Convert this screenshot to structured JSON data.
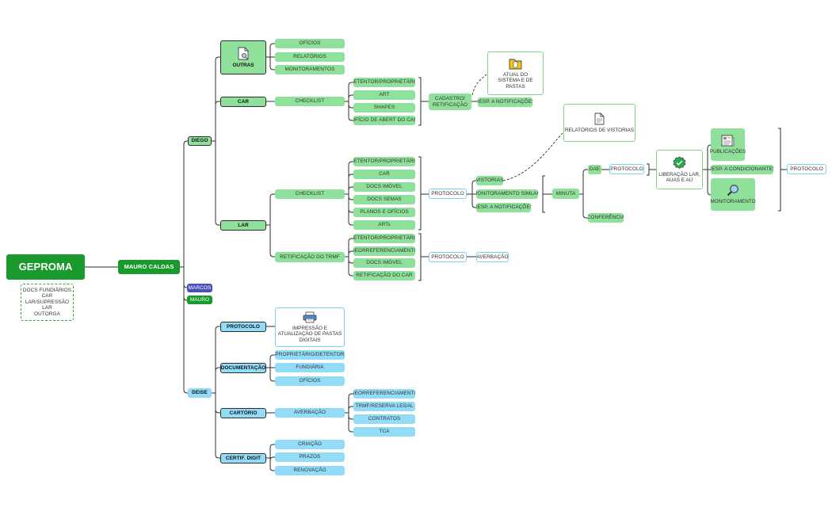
{
  "root": {
    "label": "GEPROMA",
    "note": [
      "DOCS FUNDIÁRIOS",
      "CAR",
      "LAR/SUPRESSÃO",
      "LAR",
      "OUTORGA"
    ]
  },
  "people": {
    "mauro_caldas": "MAURO CALDAS",
    "diego": "DIEGO",
    "marcos": "MARCOS",
    "mauro": "MAURO",
    "deise": "DEISE"
  },
  "outras": {
    "label": "OUTRAS",
    "icon": "document-search-icon",
    "items": [
      "OFÍCIOS",
      "RELATÓRIOS",
      "MONITORAMENTOS"
    ]
  },
  "car": {
    "label": "CAR",
    "checklist": "CHECKLIST",
    "items": [
      "DETENTOR/PROPRIETÁRIO",
      "ART",
      "SHAPES",
      "OFÍCIO DE ABERT DO CAR"
    ],
    "cadastro": "CADASTRO/ RETIFICAÇÃO",
    "resp": "RESP. A NOTIFICAÇÕES",
    "atual": "ATUAL DO SISTEMA E DE PASTAS",
    "atual_icon": "folder-icon"
  },
  "lar": {
    "label": "LAR",
    "checklist": "CHECKLIST",
    "checklist_items": [
      "DETENTOR/PROPRIETÁRIO",
      "CAR",
      "DOCS IMÓVEL",
      "DOCS SEMAS",
      "PLANOS E OFÍCIOS",
      "ARTs"
    ],
    "protocolo": "PROTOCOLO",
    "vistorias": "VISTORIAS",
    "monitoramento_simlam": "MONITORAMENTO SIMLAM",
    "resp": "RESP. A NOTIFICAÇÕES",
    "relatorios": "RELATÓRIOS DE VISTORIAS",
    "relatorios_icon": "document-icon",
    "minuta": "MINUTA",
    "dae": "DAE",
    "dae_protocolo": "PROTOCOLO",
    "conferencia": "CONFERÊNCIA",
    "liberacao": "LIBERAÇÃO LAR, AUAS E AU",
    "liberacao_icon": "check-badge-icon",
    "publicacoes": "PUBLICAÇÕES",
    "publicacoes_icon": "newspaper-icon",
    "resp_cond": "RESP. A CONDICIONANTES",
    "monitoramento": "MONITORAMENTO",
    "monitoramento_icon": "magnifier-icon",
    "final_protocolo": "PROTOCOLO",
    "retificacao": "RETIFICAÇÃO DO TRMF",
    "retificacao_items": [
      "DETENTOR/PROPRIETÁRIO",
      "GEORREFERENCIAMENTO",
      "DOCS IMÓVEL",
      "RETIFICAÇÃO DO CAR"
    ],
    "ret_protocolo": "PROTOCOLO",
    "averbacao": "AVERBAÇÃO"
  },
  "deise_branch": {
    "protocolo": "PROTOCOLO",
    "impressao": "IMPRESSÃO E ATUALIZAÇÃO DE PASTAS DIGITAIS",
    "impressao_icon": "printer-icon",
    "documentacao": "DOCUMENTAÇÃO",
    "doc_items": [
      "PROPRIETÁRIO/DETENTOR",
      "FUNDIÁRIA",
      "OFÍCIOS"
    ],
    "cartorio": "CARTÓRIO",
    "averbacao": "AVERBAÇÃO",
    "averbacao_items": [
      "GEORREFERENCIAMENTO",
      "TRMF/RESERVA LEGAL",
      "CONTRATOS",
      "TCA"
    ],
    "certif": "CERTIF. DIGIT",
    "certif_items": [
      "CRIAÇÃO",
      "PRAZOS",
      "RENOVAÇÃO"
    ]
  },
  "colors": {
    "green_light": "#8fe09a",
    "green_dark": "#1a9a2c",
    "blue_light": "#92dcf8",
    "purple": "#4b4fb8",
    "line": "#2e2e2e"
  }
}
